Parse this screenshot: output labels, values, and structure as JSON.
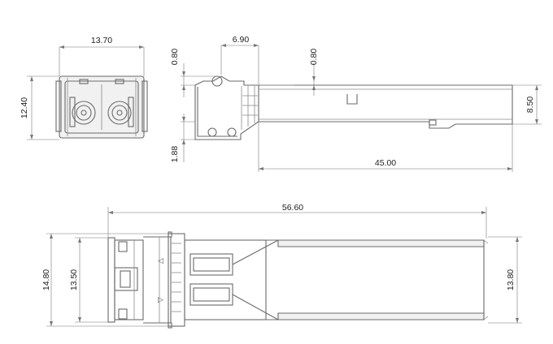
{
  "dimensions": {
    "front_width": "13.70",
    "front_height": "12.40",
    "side_top_offset": "0.80",
    "side_tab_offset": "0.80",
    "side_tab_width": "6.90",
    "side_bottom_offset": "1.88",
    "side_body_length": "45.00",
    "side_body_height": "8.50",
    "top_total_length": "56.60",
    "top_outer_width": "14.80",
    "top_inner_width": "13.50",
    "top_body_width": "13.80"
  },
  "markers": {
    "tx_arrow": "◁",
    "rx_arrow": "▷"
  }
}
